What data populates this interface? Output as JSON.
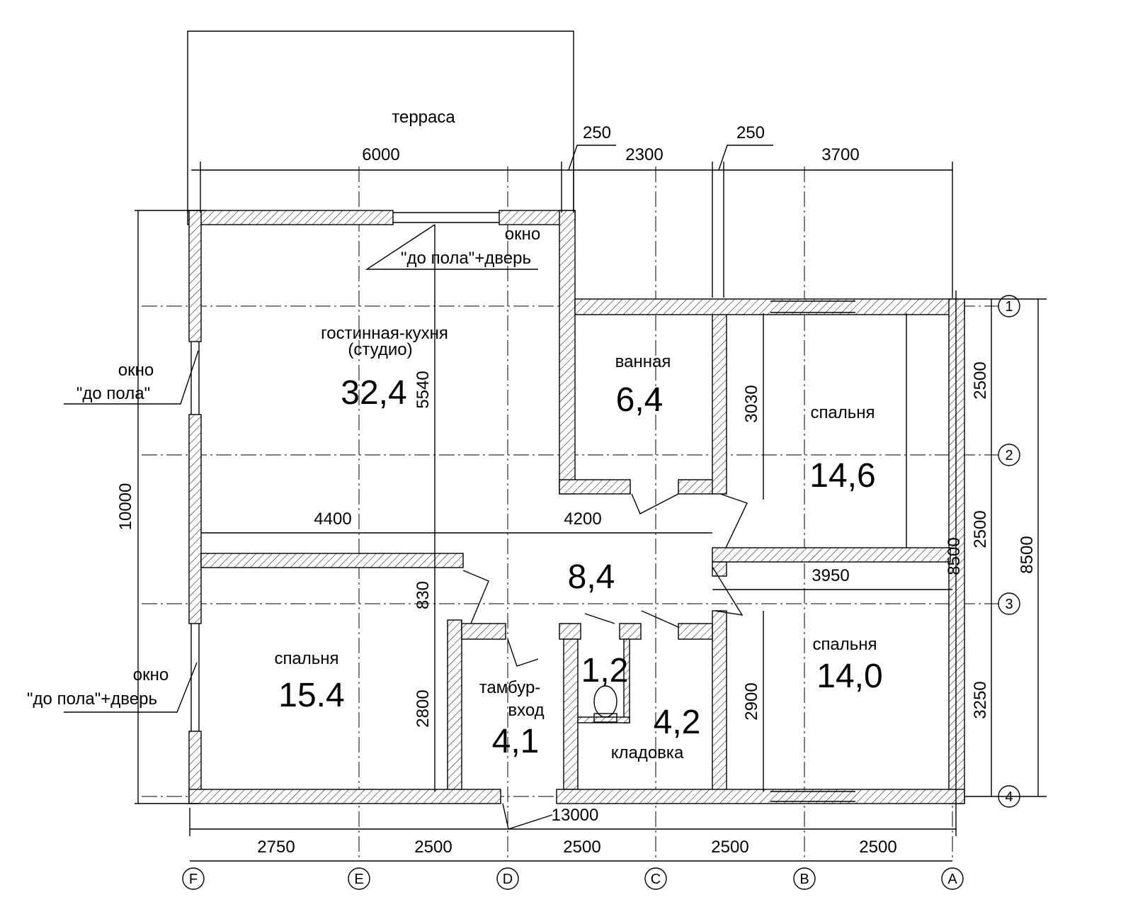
{
  "rooms": {
    "terrace": "терраса",
    "living_name": "гостинная-кухня",
    "living_sub": "(студио)",
    "living_area": "32,4",
    "bath_name": "ванная",
    "bath_area": "6,4",
    "bed_ne_name": "спальня",
    "bed_ne_area": "14,6",
    "hall_area": "8,4",
    "bed_sw_name": "спальня",
    "bed_sw_area": "15.4",
    "vestibule_name_1": "тамбур-",
    "vestibule_name_2": "вход",
    "vestibule_area": "4,1",
    "wc_area": "1,2",
    "storage_area": "4,2",
    "storage_name": "кладовка",
    "bed_se_name": "спальня",
    "bed_se_area": "14,0"
  },
  "notes": {
    "top_window_1": "окно",
    "top_window_2": "\"до пола\"+дверь",
    "left_window_1": "окно",
    "left_window_2": "\"до пола\"",
    "left_door_1": "окно",
    "left_door_2": "\"до пола\"+дверь"
  },
  "dimensions": {
    "top_6000": "6000",
    "top_250a": "250",
    "top_2300": "2300",
    "top_250b": "250",
    "top_3700": "3700",
    "d5540": "5540",
    "d3030": "3030",
    "d10000": "10000",
    "d4400": "4400",
    "d4200": "4200",
    "d3950": "3950",
    "d830": "830",
    "d2800": "2800",
    "d2900": "2900",
    "d13000": "13000",
    "r2500a": "2500",
    "r2500b": "2500",
    "r3250": "3250",
    "r8500_inner": "8500",
    "r8500_outer": "8500",
    "b2750": "2750",
    "b2500a": "2500",
    "b2500b": "2500",
    "b2500c": "2500",
    "b2500d": "2500"
  },
  "axes": {
    "columns": [
      "F",
      "E",
      "D",
      "C",
      "B",
      "A"
    ],
    "rows": [
      "1",
      "2",
      "3",
      "4"
    ]
  }
}
